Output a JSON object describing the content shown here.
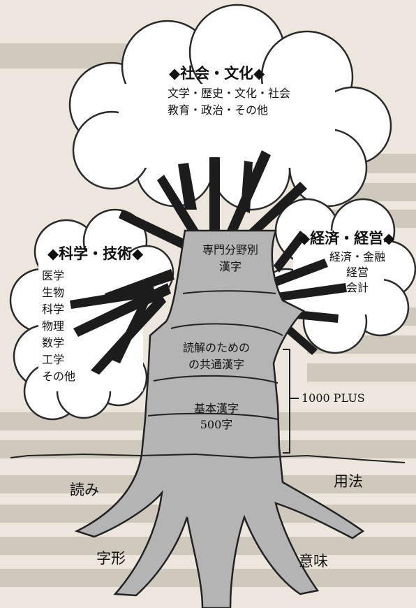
{
  "culture": {
    "heading": "◆社会・文化◆",
    "lines": [
      "文学・歴史・文化・社会",
      "教育・政治・その他"
    ]
  },
  "science": {
    "heading": "◆科学・技術◆",
    "items": [
      "医学",
      "生物",
      "科学",
      "物理",
      "数学",
      "工学",
      "その他"
    ]
  },
  "economy": {
    "heading": "◆経済・経営◆",
    "items": [
      "経済・金融",
      "経営",
      "会計"
    ]
  },
  "trunk": {
    "specialized": [
      "専門分野別",
      "漢字"
    ],
    "common": [
      "読解のための",
      "の共通漢字"
    ],
    "basic": [
      "基本漢字",
      "500字"
    ]
  },
  "bracket_label": "1000 PLUS",
  "roots": {
    "reading": "読み",
    "usage": "用法",
    "shape": "字形",
    "meaning": "意味"
  },
  "colors": {
    "paper": "#ece6dc",
    "trunk": "#b4b4b4",
    "branch": "#1c1c1c",
    "outline": "#2a2a2a"
  }
}
